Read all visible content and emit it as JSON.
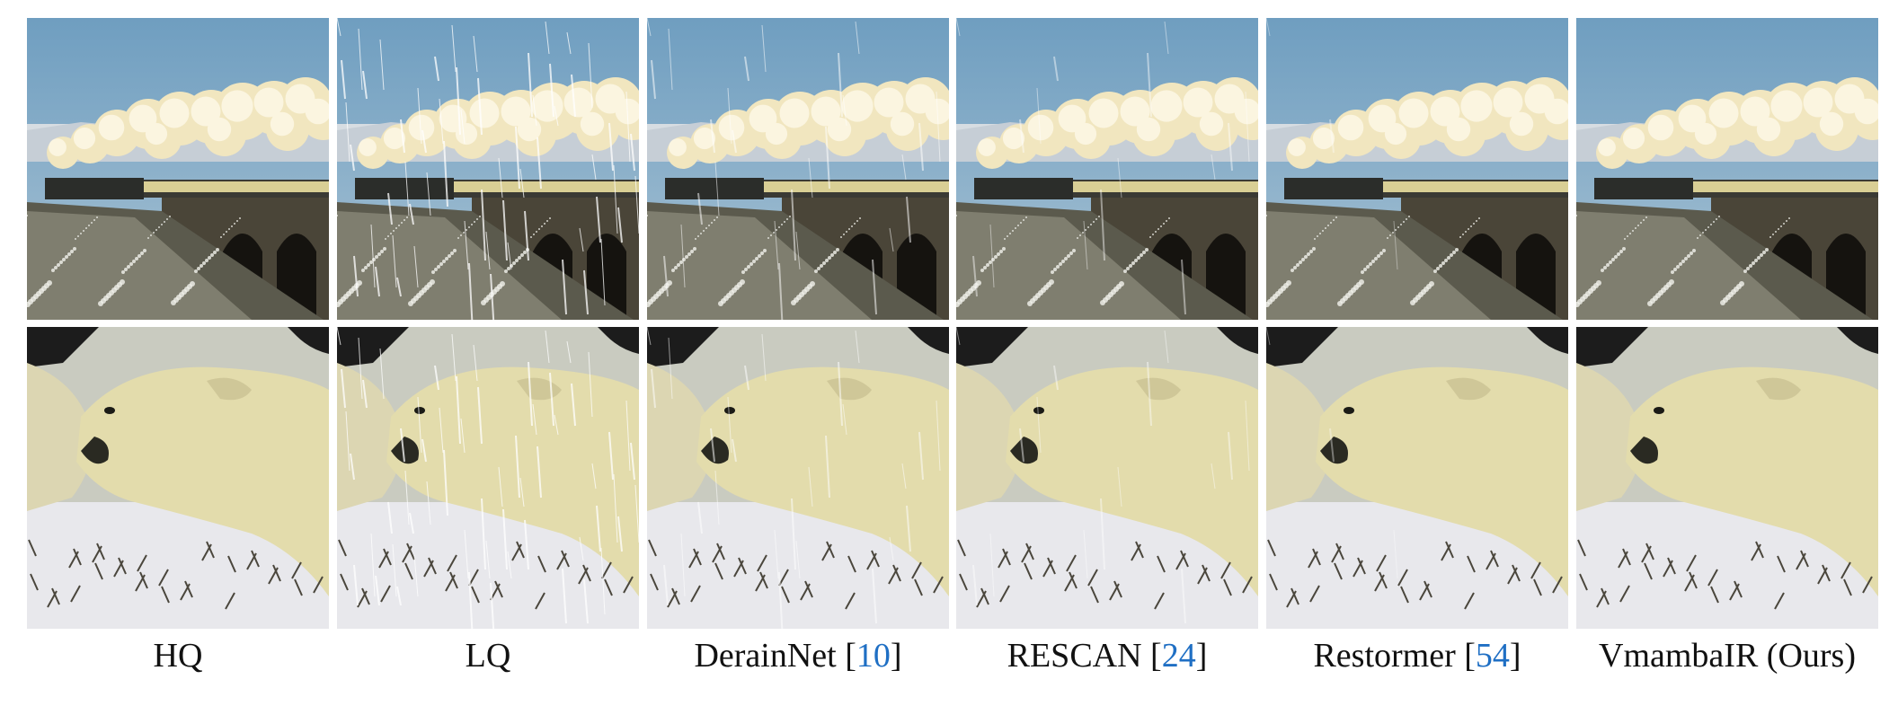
{
  "columns": [
    {
      "name": "HQ",
      "ref": ""
    },
    {
      "name": "LQ",
      "ref": ""
    },
    {
      "name": "DerainNet [",
      "ref": "10",
      "suffix": "]"
    },
    {
      "name": "RESCAN [",
      "ref": "24",
      "suffix": "]"
    },
    {
      "name": "Restormer [",
      "ref": "54",
      "suffix": "]"
    },
    {
      "name": "VmambaIR (Ours)",
      "ref": ""
    }
  ],
  "rows": [
    "train-bridge-scene",
    "polar-bear-scene"
  ],
  "colors": {
    "reference_link": "#1f6fc4",
    "text": "#111111"
  }
}
